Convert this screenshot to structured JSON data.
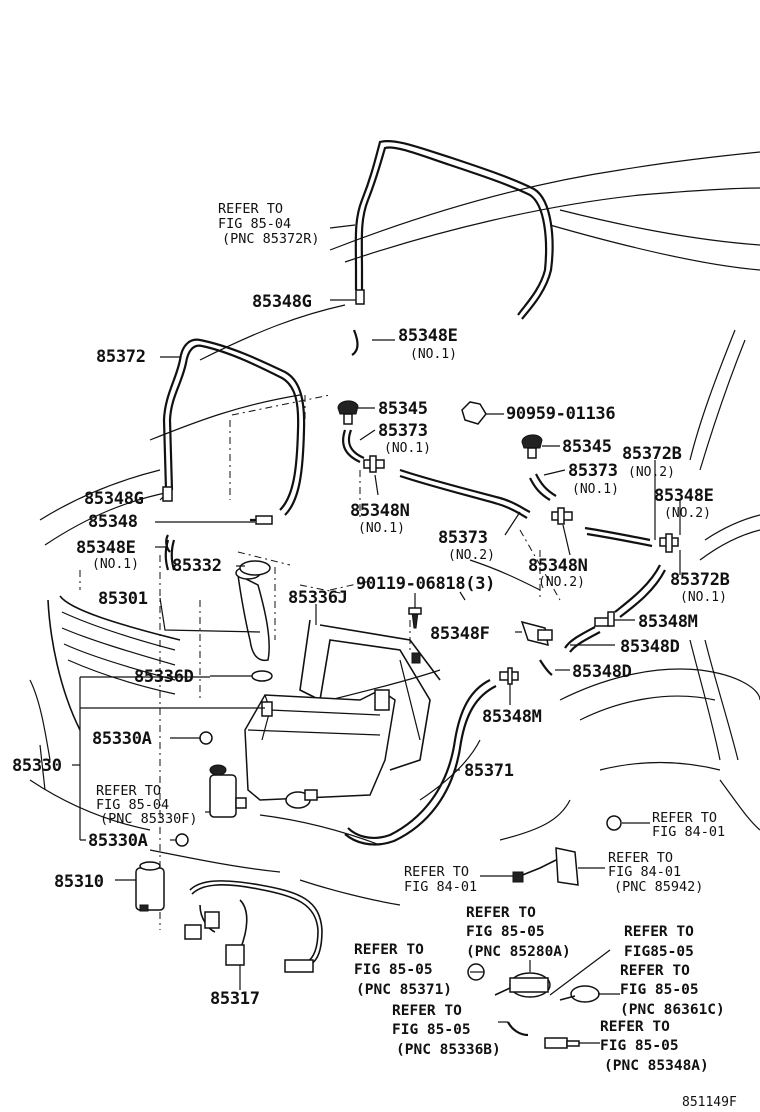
{
  "figure_code": "851149F",
  "labels": {
    "p85348G_top": "85348G",
    "p85348E_top": "85348E",
    "no1_a": "(NO.1)",
    "p85372": "85372",
    "p85345_left": "85345",
    "p90959": "90959-01136",
    "p85373_a": "85373",
    "no1_b": "(NO.1)",
    "p85345_right": "85345",
    "p85372B_top": "85372B",
    "no2_a": "(NO.2)",
    "p85373_b": "85373",
    "no1_c": "(NO.1)",
    "p85348E_right": "85348E",
    "no2_b": "(NO.2)",
    "p85348G_left": "85348G",
    "p85348N_left": "85348N",
    "no1_d": "(NO.1)",
    "p85348": "85348",
    "p85373_c": "85373",
    "no2_c": "(NO.2)",
    "p85348E_left": "85348E",
    "no1_e": "(NO.1)",
    "p85332": "85332",
    "p85348N_right": "85348N",
    "no2_d": "(NO.2)",
    "p85372B_right": "85372B",
    "no1_f": "(NO.1)",
    "p85301": "85301",
    "p90119": "90119-06818(3)",
    "p85336J": "85336J",
    "p85348F": "85348F",
    "p85348M_right": "85348M",
    "p85348D_a": "85348D",
    "p85336D": "85336D",
    "p85348D_b": "85348D",
    "p85348M_left": "85348M",
    "p85330A_a": "85330A",
    "p85330": "85330",
    "p85371": "85371",
    "p85330A_b": "85330A",
    "p85310": "85310",
    "p85317": "85317"
  },
  "refs": {
    "r1": [
      "REFER TO",
      "FIG 85-04",
      "(PNC 85372R)"
    ],
    "r2": [
      "REFER TO",
      "FIG 85-04",
      "(PNC 85330F)"
    ],
    "r3": [
      "REFER TO",
      "FIG 84-01"
    ],
    "r4": [
      "REFER TO",
      "FIG 84-01"
    ],
    "r5": [
      "REFER TO",
      "FIG 84-01",
      "(PNC 85942)"
    ],
    "r6": [
      "REFER TO",
      "FIG 85-05",
      "(PNC 85280A)"
    ],
    "r7": [
      "REFER TO",
      "FIG85-05"
    ],
    "r8": [
      "REFER TO",
      "FIG 85-05",
      "(PNC 85371)"
    ],
    "r9": [
      "REFER TO",
      "FIG 85-05",
      "(PNC 86361C)"
    ],
    "r10": [
      "REFER TO",
      "FIG 85-05",
      "(PNC 85336B)"
    ],
    "r11": [
      "REFER TO",
      "FIG 85-05",
      "(PNC 85348A)"
    ]
  }
}
